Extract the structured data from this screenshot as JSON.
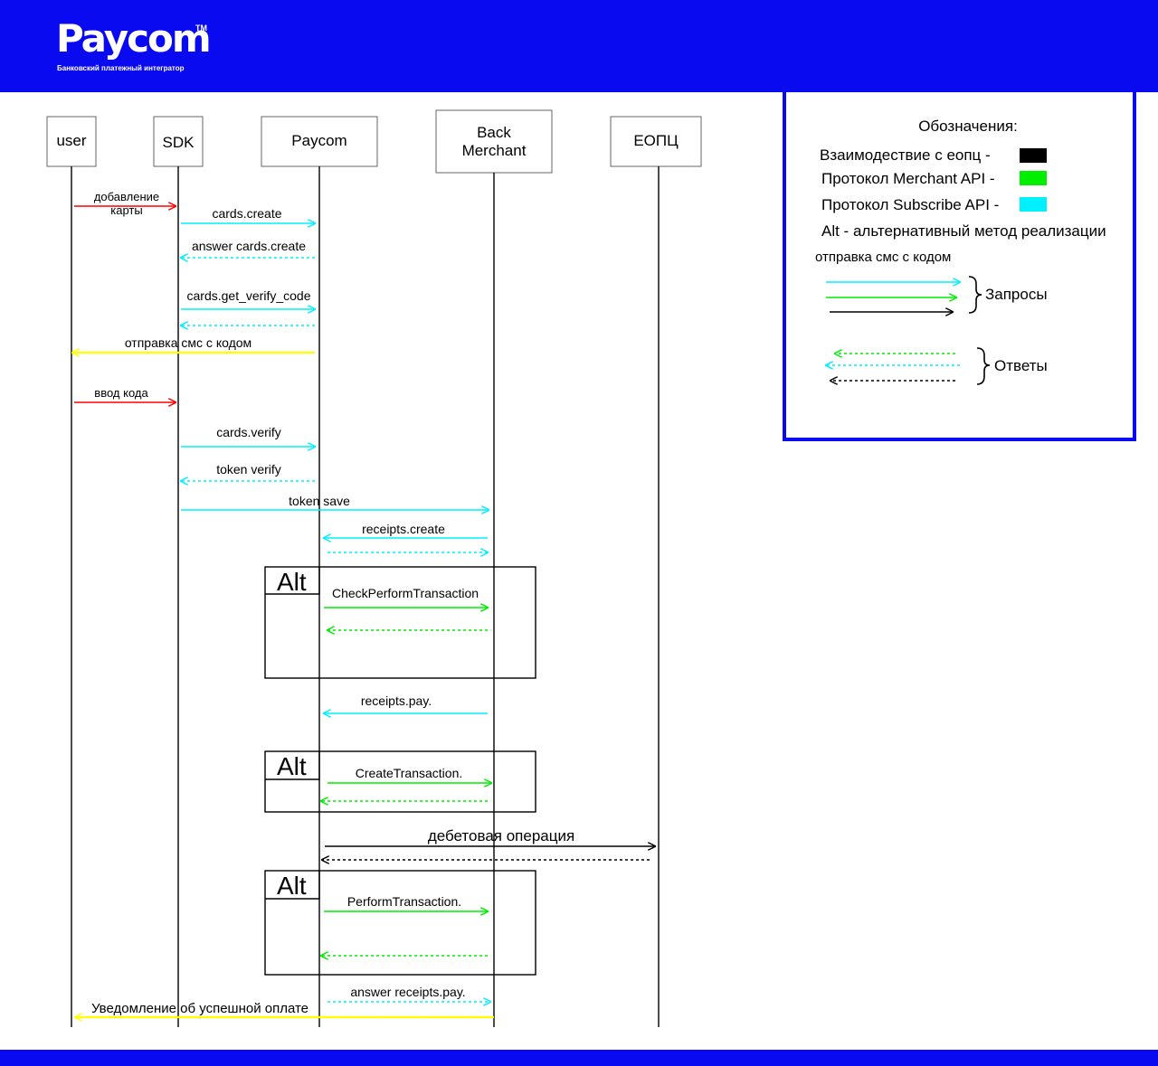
{
  "brand": {
    "name": "Paycom",
    "trademark": "TM",
    "subtitle": "Банковский платежный интегратор"
  },
  "colors": {
    "brand_blue": "#0a0af0",
    "eopc": "#000000",
    "merchant_api": "#00ee00",
    "subscribe_api": "#00f0ff",
    "user_action": "#ff0000",
    "sms": "#ffff00"
  },
  "participants": [
    {
      "id": "user",
      "label": "user"
    },
    {
      "id": "sdk",
      "label": "SDK"
    },
    {
      "id": "paycom",
      "label": "Paycom"
    },
    {
      "id": "back",
      "label": "Back\nMerchant"
    },
    {
      "id": "eopc",
      "label": "ЕОПЦ"
    }
  ],
  "messages": [
    {
      "from": "user",
      "to": "sdk",
      "label": "добавление\nкарты",
      "color": "#ff0000",
      "style": "solid"
    },
    {
      "from": "sdk",
      "to": "paycom",
      "label": "cards.create",
      "color": "#00f0ff",
      "style": "solid"
    },
    {
      "from": "paycom",
      "to": "sdk",
      "label": "answer cards.create",
      "color": "#00f0ff",
      "style": "dashed"
    },
    {
      "from": "sdk",
      "to": "paycom",
      "label": "cards.get_verify_code",
      "color": "#00f0ff",
      "style": "solid"
    },
    {
      "from": "paycom",
      "to": "sdk",
      "label": "",
      "color": "#00f0ff",
      "style": "dashed"
    },
    {
      "from": "paycom",
      "to": "user",
      "label": "отправка смс с кодом",
      "color": "#ffff00",
      "style": "solid"
    },
    {
      "from": "user",
      "to": "sdk",
      "label": "ввод кода",
      "color": "#ff0000",
      "style": "solid"
    },
    {
      "from": "sdk",
      "to": "paycom",
      "label": "cards.verify",
      "color": "#00f0ff",
      "style": "solid"
    },
    {
      "from": "paycom",
      "to": "sdk",
      "label": "token verify",
      "color": "#00f0ff",
      "style": "dashed"
    },
    {
      "from": "sdk",
      "to": "back",
      "label": "token save",
      "color": "#00f0ff",
      "style": "solid"
    },
    {
      "from": "back",
      "to": "paycom",
      "label": "receipts.create",
      "color": "#00f0ff",
      "style": "solid"
    },
    {
      "from": "paycom",
      "to": "back",
      "label": "",
      "color": "#00f0ff",
      "style": "dashed"
    },
    {
      "from": "paycom",
      "to": "back",
      "label": "CheckPerformTransaction",
      "color": "#00ee00",
      "style": "solid"
    },
    {
      "from": "back",
      "to": "paycom",
      "label": "",
      "color": "#00ee00",
      "style": "dashed"
    },
    {
      "from": "back",
      "to": "paycom",
      "label": "receipts.pay.",
      "color": "#00f0ff",
      "style": "solid"
    },
    {
      "from": "paycom",
      "to": "back",
      "label": "CreateTransaction.",
      "color": "#00ee00",
      "style": "solid"
    },
    {
      "from": "back",
      "to": "paycom",
      "label": "",
      "color": "#00ee00",
      "style": "dashed"
    },
    {
      "from": "paycom",
      "to": "eopc",
      "label": "дебетовая операция",
      "color": "#000000",
      "style": "solid"
    },
    {
      "from": "eopc",
      "to": "paycom",
      "label": "",
      "color": "#000000",
      "style": "dashed"
    },
    {
      "from": "paycom",
      "to": "back",
      "label": "PerformTransaction.",
      "color": "#00ee00",
      "style": "solid"
    },
    {
      "from": "back",
      "to": "paycom",
      "label": "",
      "color": "#00ee00",
      "style": "dashed"
    },
    {
      "from": "paycom",
      "to": "back",
      "label": "answer  receipts.pay.",
      "color": "#00f0ff",
      "style": "dashed"
    },
    {
      "from": "back",
      "to": "user",
      "label": "Уведомление об успешной оплате",
      "color": "#ffff00",
      "style": "solid"
    }
  ],
  "alt_frames": [
    {
      "label": "Alt"
    },
    {
      "label": "Alt"
    },
    {
      "label": "Alt"
    }
  ],
  "legend": {
    "title": "Обозначения:",
    "items": [
      {
        "label": "Взаимодествие с еопц  -",
        "color": "#000000"
      },
      {
        "label": "Протокол Merchant API  -",
        "color": "#00ee00"
      },
      {
        "label": "Протокол Subscribe API -",
        "color": "#00f0ff"
      }
    ],
    "alt_note": "Alt - альтернативный метод реализации",
    "sms_note": "отправка смс с кодом",
    "requests_label": "Запросы",
    "responses_label": "Ответы"
  }
}
